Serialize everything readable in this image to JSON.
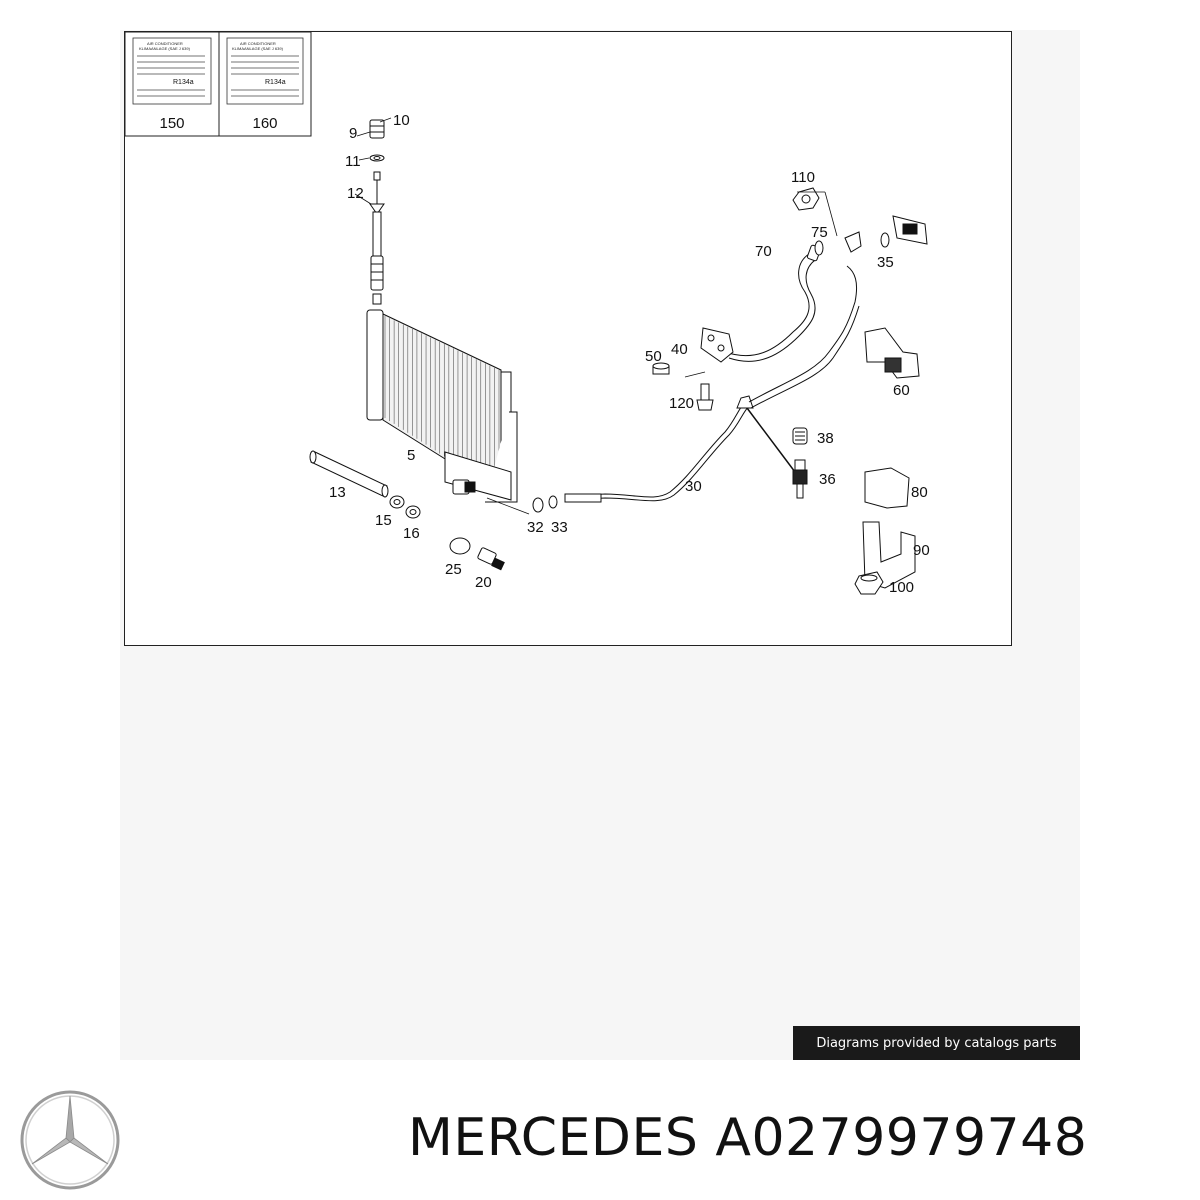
{
  "diagram": {
    "label_150": {
      "title_1": "AIR CONDITIONER",
      "title_2": "KLIMAANLAGE (SAE J 639)",
      "refrigerant": "R134a",
      "number": "150"
    },
    "label_160": {
      "title_1": "AIR CONDITIONER",
      "title_2": "KLIMAANLAGE (SAE J 639)",
      "refrigerant": "R134a",
      "number": "160"
    },
    "callouts": {
      "c9": "9",
      "c10": "10",
      "c11": "11",
      "c12": "12",
      "c5": "5",
      "c13": "13",
      "c15": "15",
      "c16": "16",
      "c25": "25",
      "c20": "20",
      "c32": "32",
      "c33": "33",
      "c30": "30",
      "c110": "110",
      "c75": "75",
      "c35": "35",
      "c70": "70",
      "c50": "50",
      "c40": "40",
      "c120": "120",
      "c60": "60",
      "c38": "38",
      "c36": "36",
      "c80": "80",
      "c90": "90",
      "c100": "100"
    }
  },
  "credit": "Diagrams provided by catalogs parts",
  "footer": {
    "brand": "MERCEDES",
    "part_number": "A0279979748",
    "logo_icon": "mercedes-star-icon"
  }
}
